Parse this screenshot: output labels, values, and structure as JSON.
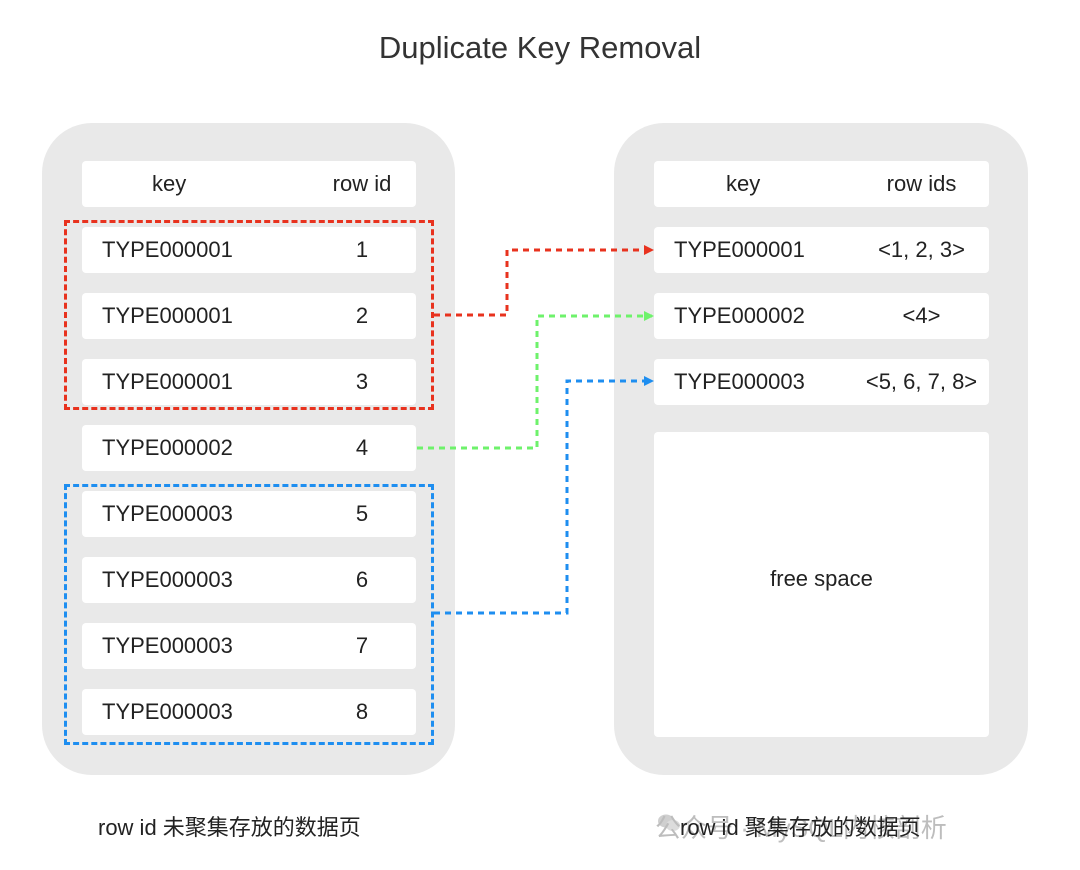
{
  "title": "Duplicate Key Removal",
  "left_table": {
    "headers": {
      "key": "key",
      "row_id": "row id"
    },
    "rows": [
      {
        "key": "TYPE000001",
        "row_id": "1"
      },
      {
        "key": "TYPE000001",
        "row_id": "2"
      },
      {
        "key": "TYPE000001",
        "row_id": "3"
      },
      {
        "key": "TYPE000002",
        "row_id": "4"
      },
      {
        "key": "TYPE000003",
        "row_id": "5"
      },
      {
        "key": "TYPE000003",
        "row_id": "6"
      },
      {
        "key": "TYPE000003",
        "row_id": "7"
      },
      {
        "key": "TYPE000003",
        "row_id": "8"
      }
    ],
    "caption": "row id 未聚集存放的数据页"
  },
  "right_table": {
    "headers": {
      "key": "key",
      "row_ids": "row ids"
    },
    "rows": [
      {
        "key": "TYPE000001",
        "row_ids": "<1, 2, 3>"
      },
      {
        "key": "TYPE000002",
        "row_ids": "<4>"
      },
      {
        "key": "TYPE000003",
        "row_ids": "<5, 6, 7, 8>"
      }
    ],
    "free_space_label": "free space",
    "caption": "row id 聚集存放的数据页"
  },
  "watermark": "公众号 · MySQL内核剖析",
  "colors": {
    "red_group": "#e8321e",
    "green_link": "#6ef26b",
    "blue_group": "#1e8ef0",
    "panel_bg": "#e9e9e9"
  }
}
